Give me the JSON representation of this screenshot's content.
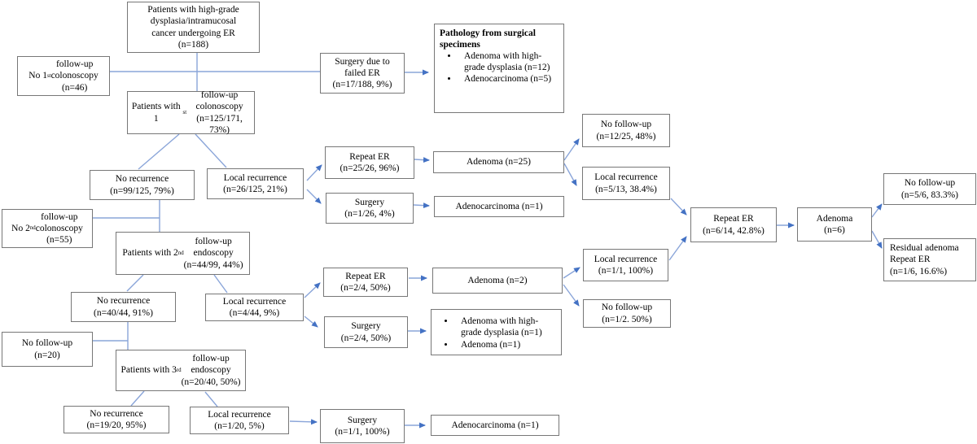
{
  "diagram": {
    "colors": {
      "connector_line": "#8aa5d9",
      "arrowhead": "#4472c4",
      "box_border": "#777777",
      "text": "#000000",
      "background": "#ffffff"
    },
    "nodes": {
      "root": {
        "text": "Patients with high-grade\ndysplasia/intramucosal\ncancer undergoing ER\n(n=188)"
      },
      "no_fu1": {
        "text": "No 1st follow-up\ncolonoscopy\n(n=46)"
      },
      "pts1": {
        "text": "Patients with 1st follow-up\ncolonoscopy\n(n=125/171, 73%)"
      },
      "surgery_failed": {
        "text": "Surgery due to\nfailed ER\n(n=17/188, 9%)"
      },
      "pathology": {
        "title": "Pathology from surgical\nspecimens",
        "items": [
          "Adenoma with high-grade dysplasia (n=12)",
          "Adenocarcinoma (n=5)"
        ]
      },
      "no_rec1": {
        "text": "No recurrence\n(n=99/125, 79%)"
      },
      "loc_rec1": {
        "text": "Local recurrence\n(n=26/125, 21%)"
      },
      "no_fu2": {
        "text": "No 2nd follow-up\ncolonoscopy\n(n=55)"
      },
      "pts2": {
        "text": "Patients with 2nd follow-up\nendoscopy\n(n=44/99, 44%)"
      },
      "rer1": {
        "text": "Repeat ER\n(n=25/26, 96%)"
      },
      "aden25": {
        "text": "Adenoma (n=25)"
      },
      "surg126": {
        "text": "Surgery\n(n=1/26, 4%)"
      },
      "acarc1a": {
        "text": "Adenocarcinoma (n=1)"
      },
      "no_fu_1225": {
        "text": "No follow-up\n(n=12/25, 48%)"
      },
      "loc_rec_513": {
        "text": "Local recurrence\n(n=5/13, 38.4%)"
      },
      "rer614": {
        "text": "Repeat ER\n(n=6/14, 42.8%)"
      },
      "aden6": {
        "text": "Adenoma\n(n=6)"
      },
      "no_fu_56": {
        "text": "No follow-up\n(n=5/6, 83.3%)"
      },
      "residual": {
        "text": "Residual adenoma\nRepeat ER\n(n=1/6, 16.6%)"
      },
      "loc_rec_11": {
        "text": "Local recurrence\n(n=1/1, 100%)"
      },
      "no_fu_12": {
        "text": "No follow-up\n(n=1/2. 50%)"
      },
      "no_rec2": {
        "text": "No recurrence\n(n=40/44, 91%)"
      },
      "loc_rec_444": {
        "text": "Local recurrence\n(n=4/44, 9%)"
      },
      "no_fu_20": {
        "text": "No follow-up\n(n=20)"
      },
      "pts3": {
        "text": "Patients with 3rd follow-up\nendoscopy\n(n=20/40, 50%)"
      },
      "no_rec3": {
        "text": "No recurrence\n(n=19/20, 95%)"
      },
      "loc_rec_120": {
        "text": "Local recurrence\n(n=1/20, 5%)"
      },
      "rer24": {
        "text": "Repeat ER\n(n=2/4, 50%)"
      },
      "aden2": {
        "text": "Adenoma (n=2)"
      },
      "surg24": {
        "text": "Surgery\n(n=2/4, 50%)"
      },
      "pathology2": {
        "items": [
          "Adenoma with high-grade dysplasia  (n=1)",
          "Adenoma (n=1)"
        ]
      },
      "surg11": {
        "text": "Surgery\n(n=1/1, 100%)"
      },
      "acarc1b": {
        "text": "Adenocarcinoma (n=1)"
      }
    }
  }
}
